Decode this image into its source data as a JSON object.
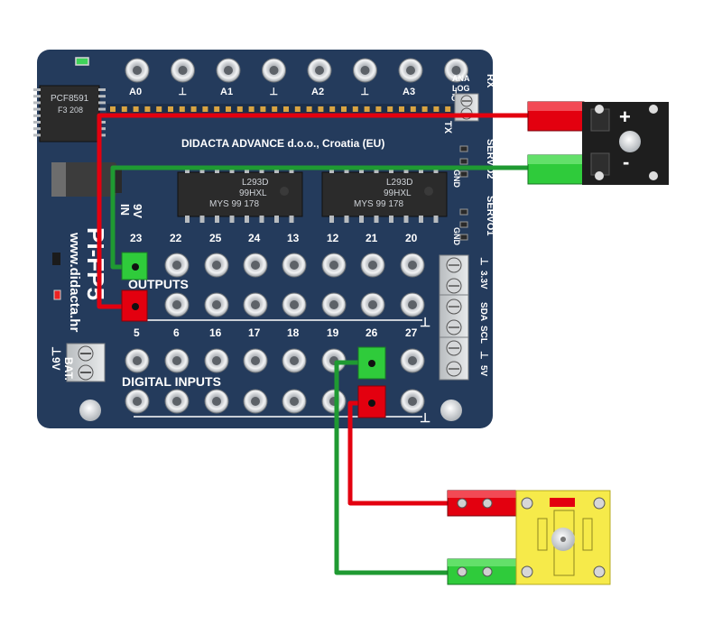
{
  "board": {
    "name": "PI-FP5",
    "maker_line": "DIDACTA  ADVANCE d.o.o., Croatia (EU)",
    "website": "www.didacta.hr",
    "power_label": "9V",
    "in_label": "IN",
    "bat_label": "BAT.",
    "bat_volt": "9V",
    "gnd_symbol": "⊥",
    "adc_chip": {
      "line1": "PCF8591",
      "line2": "F3  208"
    },
    "driver_chip": {
      "line1": "L293D",
      "line2": "99HXL",
      "line3": "MYS  99 178"
    },
    "analog_labels": [
      "A0",
      "⊥",
      "A1",
      "⊥",
      "A2",
      "⊥",
      "A3",
      "⊥"
    ],
    "side_labels": {
      "ana": "ANA",
      "log": "LOG",
      "out": "OUT.",
      "rx": "RX",
      "tx": "TX"
    },
    "servo_labels": [
      "GND",
      "SERVO2",
      "GND",
      "SERVO1"
    ],
    "i2c_labels": [
      "⊥",
      "3.3V",
      "SDA",
      "SCL",
      "⊥",
      "5V"
    ],
    "outputs_title": "OUTPUTS",
    "inputs_title": "DIGITAL INPUTS",
    "output_top_pins": [
      "23",
      "22",
      "25",
      "24",
      "13",
      "12",
      "21",
      "20"
    ],
    "output_bottom_pins": [
      "5",
      "6",
      "16",
      "17",
      "18",
      "19",
      "26",
      "27"
    ]
  },
  "button_module": {
    "plus": "+",
    "minus": "-"
  },
  "wires": {
    "colors": {
      "red": "#e3000f",
      "green": "#1f9a32",
      "board": "#243b5c",
      "yellow": "#f6ea4a"
    }
  }
}
